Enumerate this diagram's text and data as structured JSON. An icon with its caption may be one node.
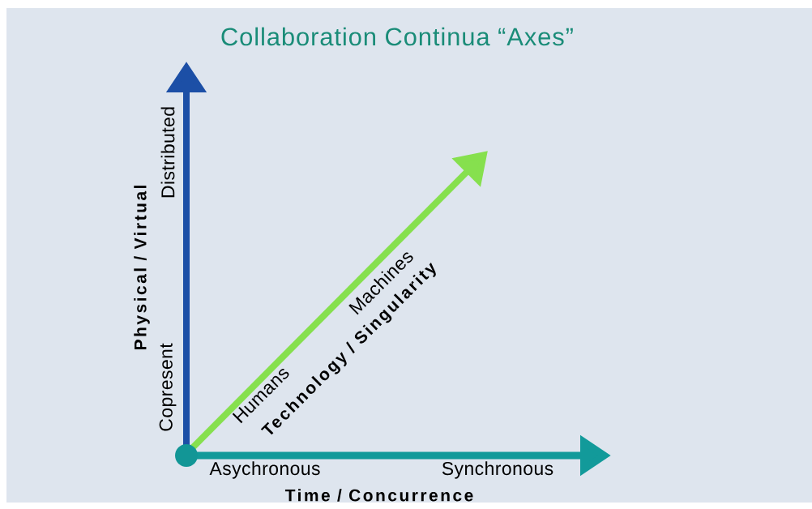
{
  "diagram": {
    "title": "Collaboration Continua “Axes”",
    "labels": [
      "Distributed",
      "Physical / Virtual",
      "Copresent",
      "Machines",
      "Technology / Singularity",
      "Humans",
      "Asychronous",
      "Synchronous",
      "Time / Concurrence"
    ]
  }
}
